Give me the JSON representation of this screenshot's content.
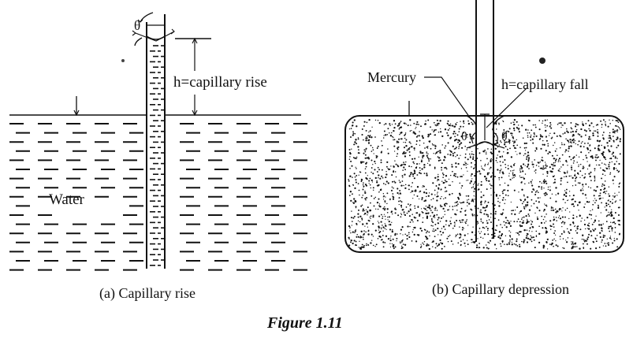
{
  "figure": {
    "title": "Figure 1.11",
    "panel_a": {
      "caption": "(a) Capillary rise",
      "liquid_label": "Water",
      "height_label": "h=capillary rise",
      "angle_label": "θ"
    },
    "panel_b": {
      "caption": "(b) Capillary depression",
      "liquid_label": "Mercury",
      "height_label": "h=capillary fall",
      "angle_label_left": "θ",
      "angle_label_right": "θ"
    }
  },
  "colors": {
    "ink": "#111111",
    "background": "#ffffff"
  }
}
